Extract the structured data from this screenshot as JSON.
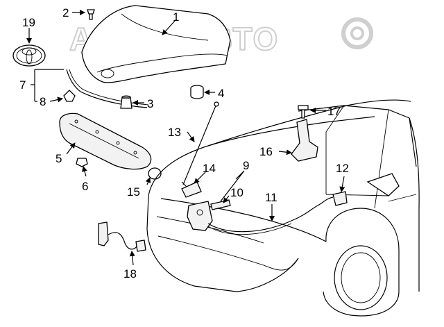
{
  "watermark": "АЛЕГОАВТО",
  "callouts": [
    {
      "id": "c1",
      "label": "1"
    },
    {
      "id": "c2",
      "label": "2"
    },
    {
      "id": "c3",
      "label": "3"
    },
    {
      "id": "c4",
      "label": "4"
    },
    {
      "id": "c5",
      "label": "5"
    },
    {
      "id": "c6",
      "label": "6"
    },
    {
      "id": "c7",
      "label": "7"
    },
    {
      "id": "c8",
      "label": "8"
    },
    {
      "id": "c9",
      "label": "9"
    },
    {
      "id": "c10",
      "label": "10"
    },
    {
      "id": "c11",
      "label": "11"
    },
    {
      "id": "c12",
      "label": "12"
    },
    {
      "id": "c13",
      "label": "13"
    },
    {
      "id": "c14",
      "label": "14"
    },
    {
      "id": "c15",
      "label": "15"
    },
    {
      "id": "c16",
      "label": "16"
    },
    {
      "id": "c17",
      "label": "17"
    },
    {
      "id": "c18",
      "label": "18"
    },
    {
      "id": "c19",
      "label": "19"
    }
  ]
}
